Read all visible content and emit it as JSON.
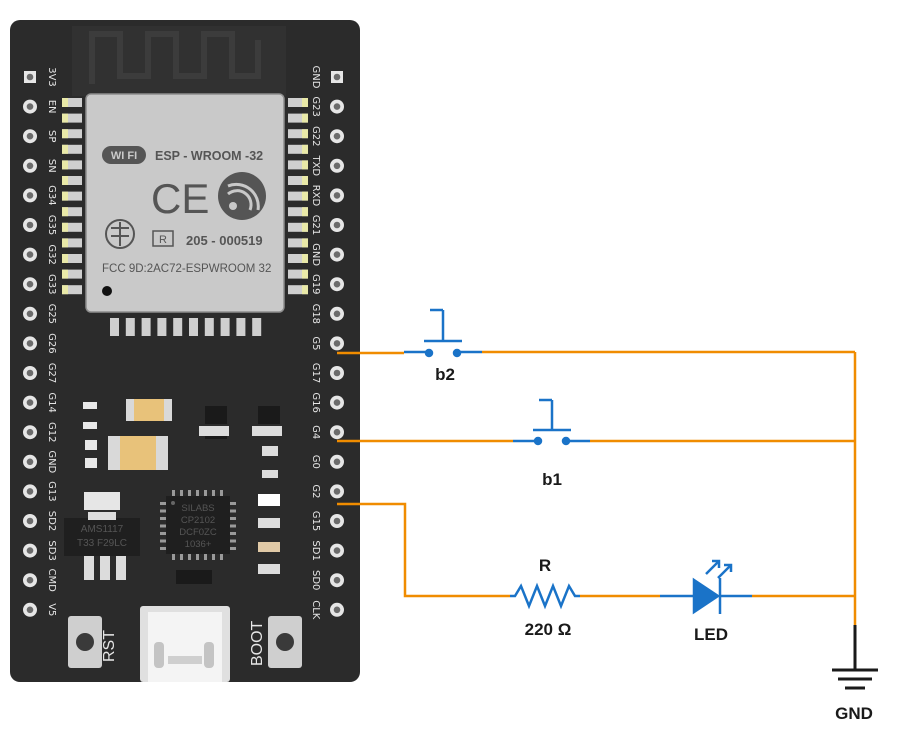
{
  "board": {
    "module_brand": "WI FI",
    "module_name": "ESP - WROOM -32",
    "ce_mark": "CE",
    "reg_letter": "R",
    "reg_number": "205 - 000519",
    "fcc_id": "FCC 9D:2AC72-ESPWROOM 32",
    "left_pins": [
      "3V3",
      "EN",
      "SP",
      "SN",
      "G34",
      "G35",
      "G32",
      "G33",
      "G25",
      "G26",
      "G27",
      "G14",
      "G12",
      "GND",
      "G13",
      "SD2",
      "SD3",
      "CMD",
      "V5"
    ],
    "right_pins": [
      "GND",
      "G23",
      "G22",
      "TXD",
      "RXD",
      "G21",
      "GND",
      "G19",
      "G18",
      "G5",
      "G17",
      "G16",
      "G4",
      "G0",
      "G2",
      "G15",
      "SD1",
      "SD0",
      "CLK"
    ],
    "regulator_lines": [
      "AMS1117",
      "T33 F29LC"
    ],
    "usb_chip_lines": [
      "SILABS",
      "CP2102",
      "DCF0ZC",
      "1036+"
    ],
    "rst_label": "RST",
    "boot_label": "BOOT"
  },
  "circuit": {
    "button2_label": "b2",
    "button1_label": "b1",
    "resistor_label": "R",
    "resistor_value": "220 Ω",
    "led_label": "LED",
    "ground_label": "GND",
    "wire_color": "#f08c00",
    "component_color": "#1a73c8"
  }
}
